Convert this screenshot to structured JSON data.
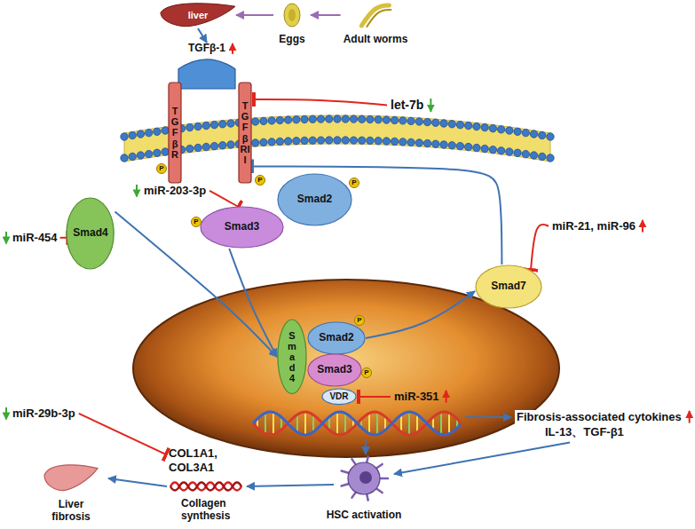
{
  "diagram": {
    "nodes": [
      {
        "text": [
          "liver"
        ]
      },
      {
        "text": [
          "Eggs"
        ]
      },
      {
        "text": [
          "Adult worms"
        ]
      },
      {
        "text": [
          "TGFβ-1"
        ]
      },
      {
        "text": [
          "TGFβR"
        ]
      },
      {
        "text": [
          "TGFβRII"
        ]
      },
      {
        "text": [
          "Smad3"
        ]
      },
      {
        "text": [
          "Smad2"
        ]
      },
      {
        "text": [
          "Smad4"
        ]
      },
      {
        "text": [
          "Smad7"
        ]
      },
      {
        "text": [
          "Smad4"
        ]
      },
      {
        "text": [
          "Smad2"
        ]
      },
      {
        "text": [
          "Smad3"
        ]
      },
      {
        "text": [
          "VDR"
        ]
      },
      {
        "text": [
          "HSC activation"
        ]
      },
      {
        "text": [
          "Liver fibrosis"
        ]
      }
    ],
    "edges": [
      {
        "from": 2,
        "to": 1,
        "arrow": "to"
      },
      {
        "from": 1,
        "to": 0,
        "arrow": "to"
      },
      {
        "from": 0,
        "to": 3,
        "arrow": "to"
      },
      {
        "from": 6,
        "to": 10,
        "arrow": "to"
      },
      {
        "from": 8,
        "to": 10,
        "arrow": "to"
      },
      {
        "from": 11,
        "to": 9,
        "arrow": "to"
      },
      {
        "from": 9,
        "to": 5,
        "arrow": "to"
      }
    ],
    "labels": [
      "let-7b",
      "miR-203-3p",
      "miR-454",
      "miR-21, miR-96",
      "miR-351",
      "Fibrosis-associated cytokines",
      "IL-13、TGF-β1",
      "miR-29b-3p",
      "COL1A1, COL3A1",
      "Collagen synthesis",
      "P",
      "P",
      "P",
      "P",
      "P",
      "P"
    ]
  }
}
